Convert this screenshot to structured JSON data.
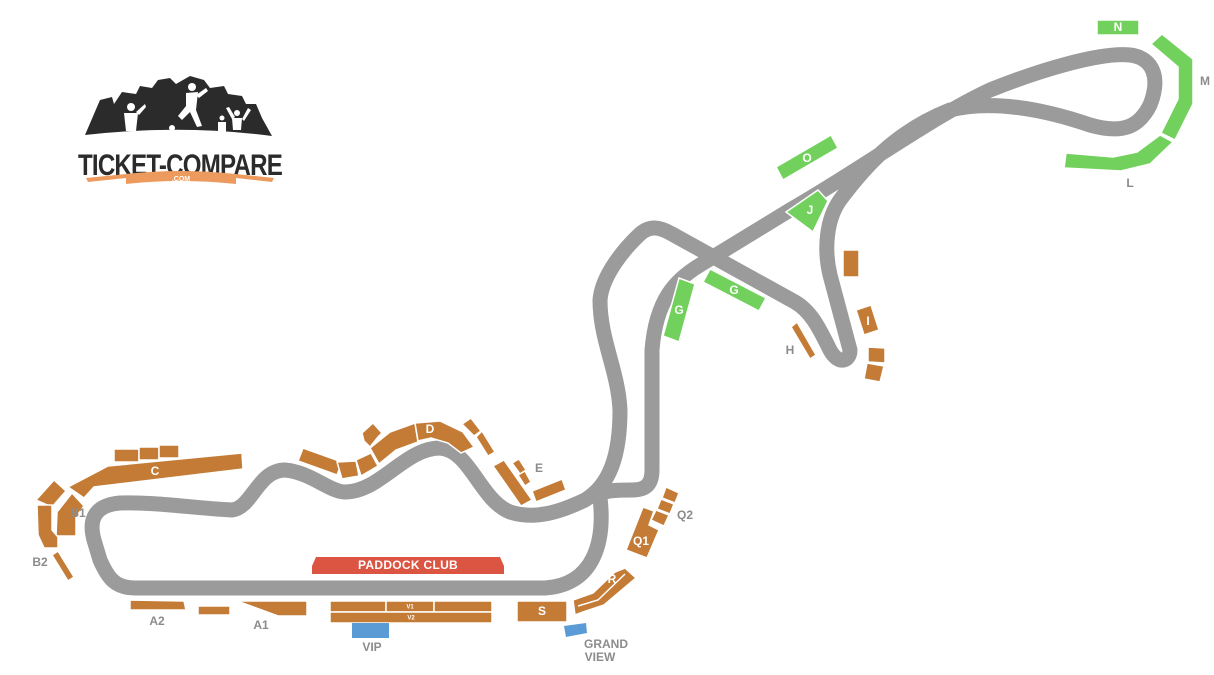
{
  "logo": {
    "brand": "TICKET-COMPARE",
    "domain": ".COM",
    "colors": {
      "dark": "#2b2b2b",
      "accent": "#ec9a5e"
    }
  },
  "legend_colors": {
    "track": "#9b9b9b",
    "standard_stand": "#c37b36",
    "green_stand": "#72d15c",
    "vip": "#5b9bd5",
    "paddock": "#dc5442"
  },
  "stands": {
    "paddock_club": "PADDOCK CLUB",
    "v1": "V1",
    "v2": "V2",
    "vip": "VIP",
    "a1": "A1",
    "a2": "A2",
    "b1": "B1",
    "b2": "B2",
    "c": "C",
    "d": "D",
    "e": "E",
    "g1": "G",
    "g2": "G",
    "h": "H",
    "i": "I",
    "j": "J",
    "l": "L",
    "m": "M",
    "n": "N",
    "o": "O",
    "q1": "Q1",
    "q2": "Q2",
    "r": "R",
    "s": "S",
    "grand_view_line1": "GRAND",
    "grand_view_line2": "VIEW"
  }
}
